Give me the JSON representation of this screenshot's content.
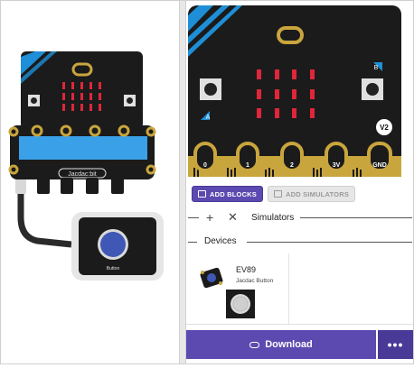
{
  "left": {
    "board_label": "Jacdac:bit",
    "button_module_label": "Button"
  },
  "simulator": {
    "version_badge": "V2",
    "button_a": "A",
    "button_b": "B",
    "pins": [
      "0",
      "1",
      "2",
      "3V",
      "GND"
    ]
  },
  "toolbar": {
    "add_blocks": "ADD BLOCKS",
    "add_simulators": "ADD SIMULATORS"
  },
  "simulators_header": "Simulators",
  "devices_header": "Devices",
  "device": {
    "name": "EV89",
    "subtitle": "Jacdac Button"
  },
  "footer": {
    "download": "Download",
    "more": "•••"
  },
  "colors": {
    "accent": "#5c4ab0",
    "board": "#1b1b1b",
    "gold": "#c9a53d",
    "led": "#e0263a",
    "blue": "#1e8fd6"
  }
}
